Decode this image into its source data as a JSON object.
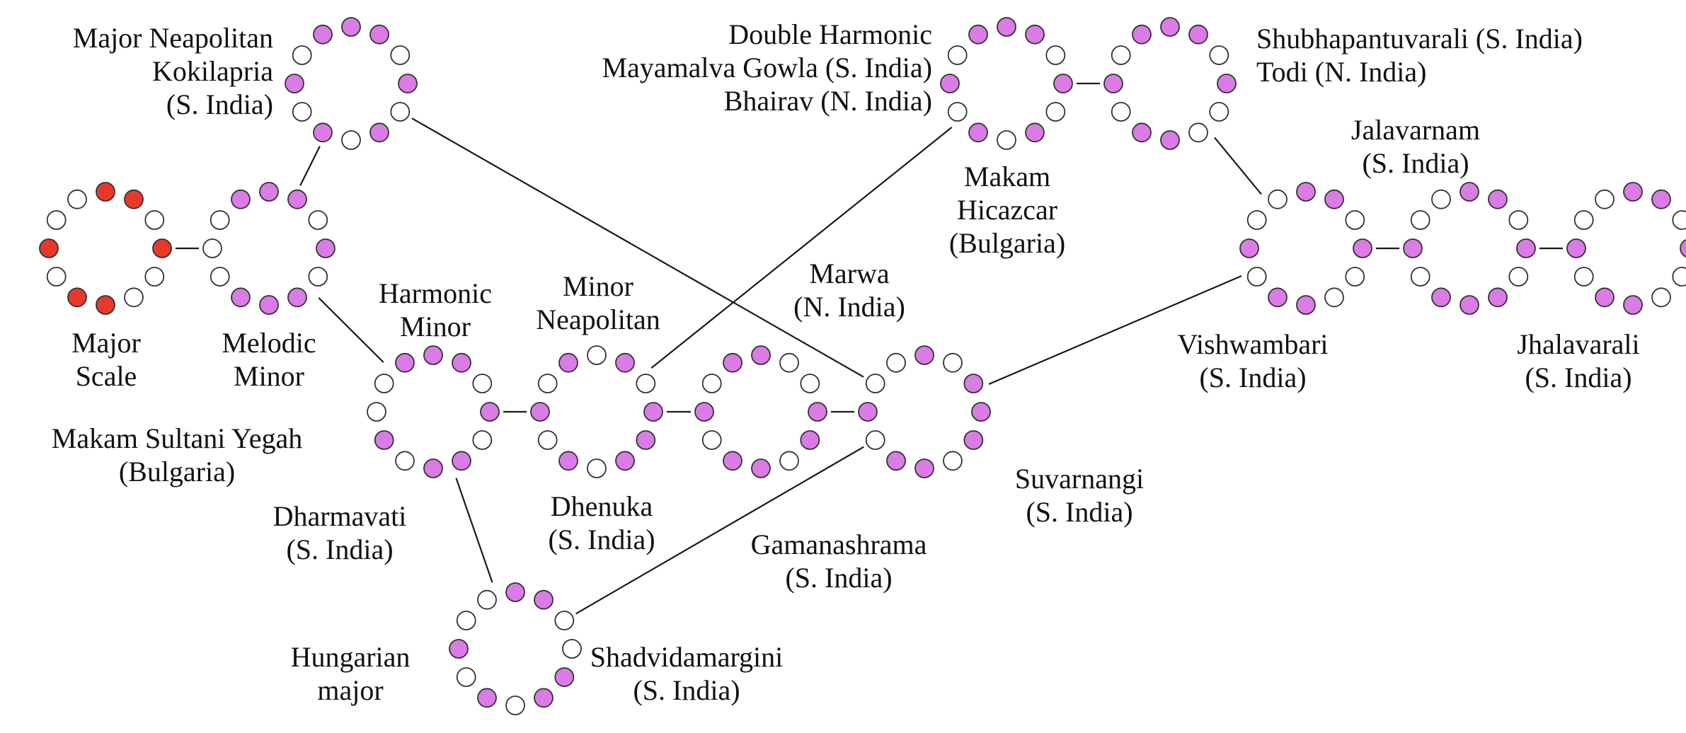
{
  "colors": {
    "line": "#1a1a1a",
    "pink": "#da7be6",
    "red": "#e8382c",
    "empty": "#ffffff",
    "outline": "#333333"
  },
  "edges": [
    [
      "major_scale",
      "melodic_minor"
    ],
    [
      "melodic_minor",
      "major_neapolitan"
    ],
    [
      "melodic_minor",
      "harmonic_minor"
    ],
    [
      "harmonic_minor",
      "minor_neapolitan"
    ],
    [
      "minor_neapolitan",
      "dhenuka"
    ],
    [
      "dhenuka",
      "suvarnangi"
    ],
    [
      "major_neapolitan",
      "suvarnangi"
    ],
    [
      "harmonic_minor",
      "hungarian_major"
    ],
    [
      "hungarian_major",
      "suvarnangi"
    ],
    [
      "minor_neapolitan",
      "double_harmonic"
    ],
    [
      "double_harmonic",
      "todi"
    ],
    [
      "todi",
      "vishwambari"
    ],
    [
      "suvarnangi",
      "vishwambari"
    ],
    [
      "vishwambari",
      "jalavarnam"
    ],
    [
      "jalavarnam",
      "jhalavarali"
    ]
  ],
  "scales": {
    "major_scale": {
      "color": "red",
      "notes": [
        1,
        1,
        0,
        1,
        0,
        0,
        1,
        1,
        0,
        1,
        0,
        0
      ]
    },
    "melodic_minor": {
      "color": "pink",
      "notes": [
        1,
        1,
        0,
        1,
        0,
        1,
        1,
        1,
        0,
        0,
        0,
        1
      ]
    },
    "major_neapolitan": {
      "color": "pink",
      "notes": [
        1,
        1,
        0,
        1,
        0,
        1,
        0,
        1,
        0,
        1,
        0,
        1
      ]
    },
    "harmonic_minor": {
      "color": "pink",
      "notes": [
        1,
        1,
        0,
        1,
        0,
        1,
        1,
        0,
        1,
        0,
        0,
        1
      ]
    },
    "minor_neapolitan": {
      "color": "pink",
      "notes": [
        0,
        1,
        0,
        1,
        1,
        1,
        0,
        1,
        0,
        1,
        0,
        1
      ]
    },
    "dhenuka": {
      "color": "pink",
      "notes": [
        1,
        0,
        0,
        1,
        1,
        0,
        1,
        1,
        0,
        1,
        0,
        1
      ]
    },
    "suvarnangi": {
      "color": "pink",
      "notes": [
        1,
        0,
        1,
        1,
        1,
        0,
        1,
        1,
        0,
        1,
        0,
        0
      ]
    },
    "hungarian_major": {
      "color": "pink",
      "notes": [
        1,
        1,
        0,
        0,
        1,
        1,
        0,
        1,
        0,
        1,
        0,
        0
      ]
    },
    "double_harmonic": {
      "color": "pink",
      "notes": [
        1,
        1,
        0,
        1,
        0,
        1,
        0,
        1,
        0,
        1,
        0,
        1
      ]
    },
    "todi": {
      "color": "pink",
      "notes": [
        1,
        1,
        0,
        1,
        0,
        0,
        1,
        1,
        0,
        1,
        0,
        1
      ]
    },
    "vishwambari": {
      "color": "pink",
      "notes": [
        1,
        1,
        0,
        1,
        0,
        0,
        1,
        1,
        0,
        1,
        0,
        0
      ]
    },
    "jalavarnam": {
      "color": "pink",
      "notes": [
        1,
        1,
        0,
        1,
        0,
        1,
        1,
        1,
        0,
        1,
        0,
        0
      ]
    },
    "jhalavarali": {
      "color": "pink",
      "notes": [
        1,
        1,
        0,
        1,
        0,
        0,
        1,
        1,
        0,
        1,
        0,
        0
      ]
    }
  },
  "labels": {
    "major_neapolitan": [
      "Major Neapolitan",
      "Kokilapria",
      "(S. India)"
    ],
    "double_harmonic": [
      "Double Harmonic",
      "Mayamalva Gowla (S. India)",
      "Bhairav (N. India)"
    ],
    "shubhapantuvarali": [
      "Shubhapantuvarali (S. India)",
      "Todi (N. India)"
    ],
    "makam_hicazcar": [
      "Makam",
      "Hicazcar",
      "(Bulgaria)"
    ],
    "jalavarnam": [
      "Jalavarnam",
      "(S. India)"
    ],
    "major_scale": [
      "Major",
      "Scale"
    ],
    "melodic_minor": [
      "Melodic",
      "Minor"
    ],
    "harmonic_minor": [
      "Harmonic",
      "Minor"
    ],
    "minor_neapolitan": [
      "Minor",
      "Neapolitan"
    ],
    "marwa": [
      "Marwa",
      "(N. India)"
    ],
    "vishwambari": [
      "Vishwambari",
      "(S. India)"
    ],
    "jhalavarali": [
      "Jhalavarali",
      "(S. India)"
    ],
    "makam_sultani": [
      "Makam Sultani Yegah",
      "(Bulgaria)"
    ],
    "dharmavati": [
      "Dharmavati",
      "(S. India)"
    ],
    "dhenuka": [
      "Dhenuka",
      "(S. India)"
    ],
    "suvarnangi": [
      "Suvarnangi",
      "(S. India)"
    ],
    "gamanashrama": [
      "Gamanashrama",
      "(S. India)"
    ],
    "hungarian_major": [
      "Hungarian",
      "major"
    ],
    "shadvidamargini": [
      "Shadvidamargini",
      "(S. India)"
    ]
  }
}
